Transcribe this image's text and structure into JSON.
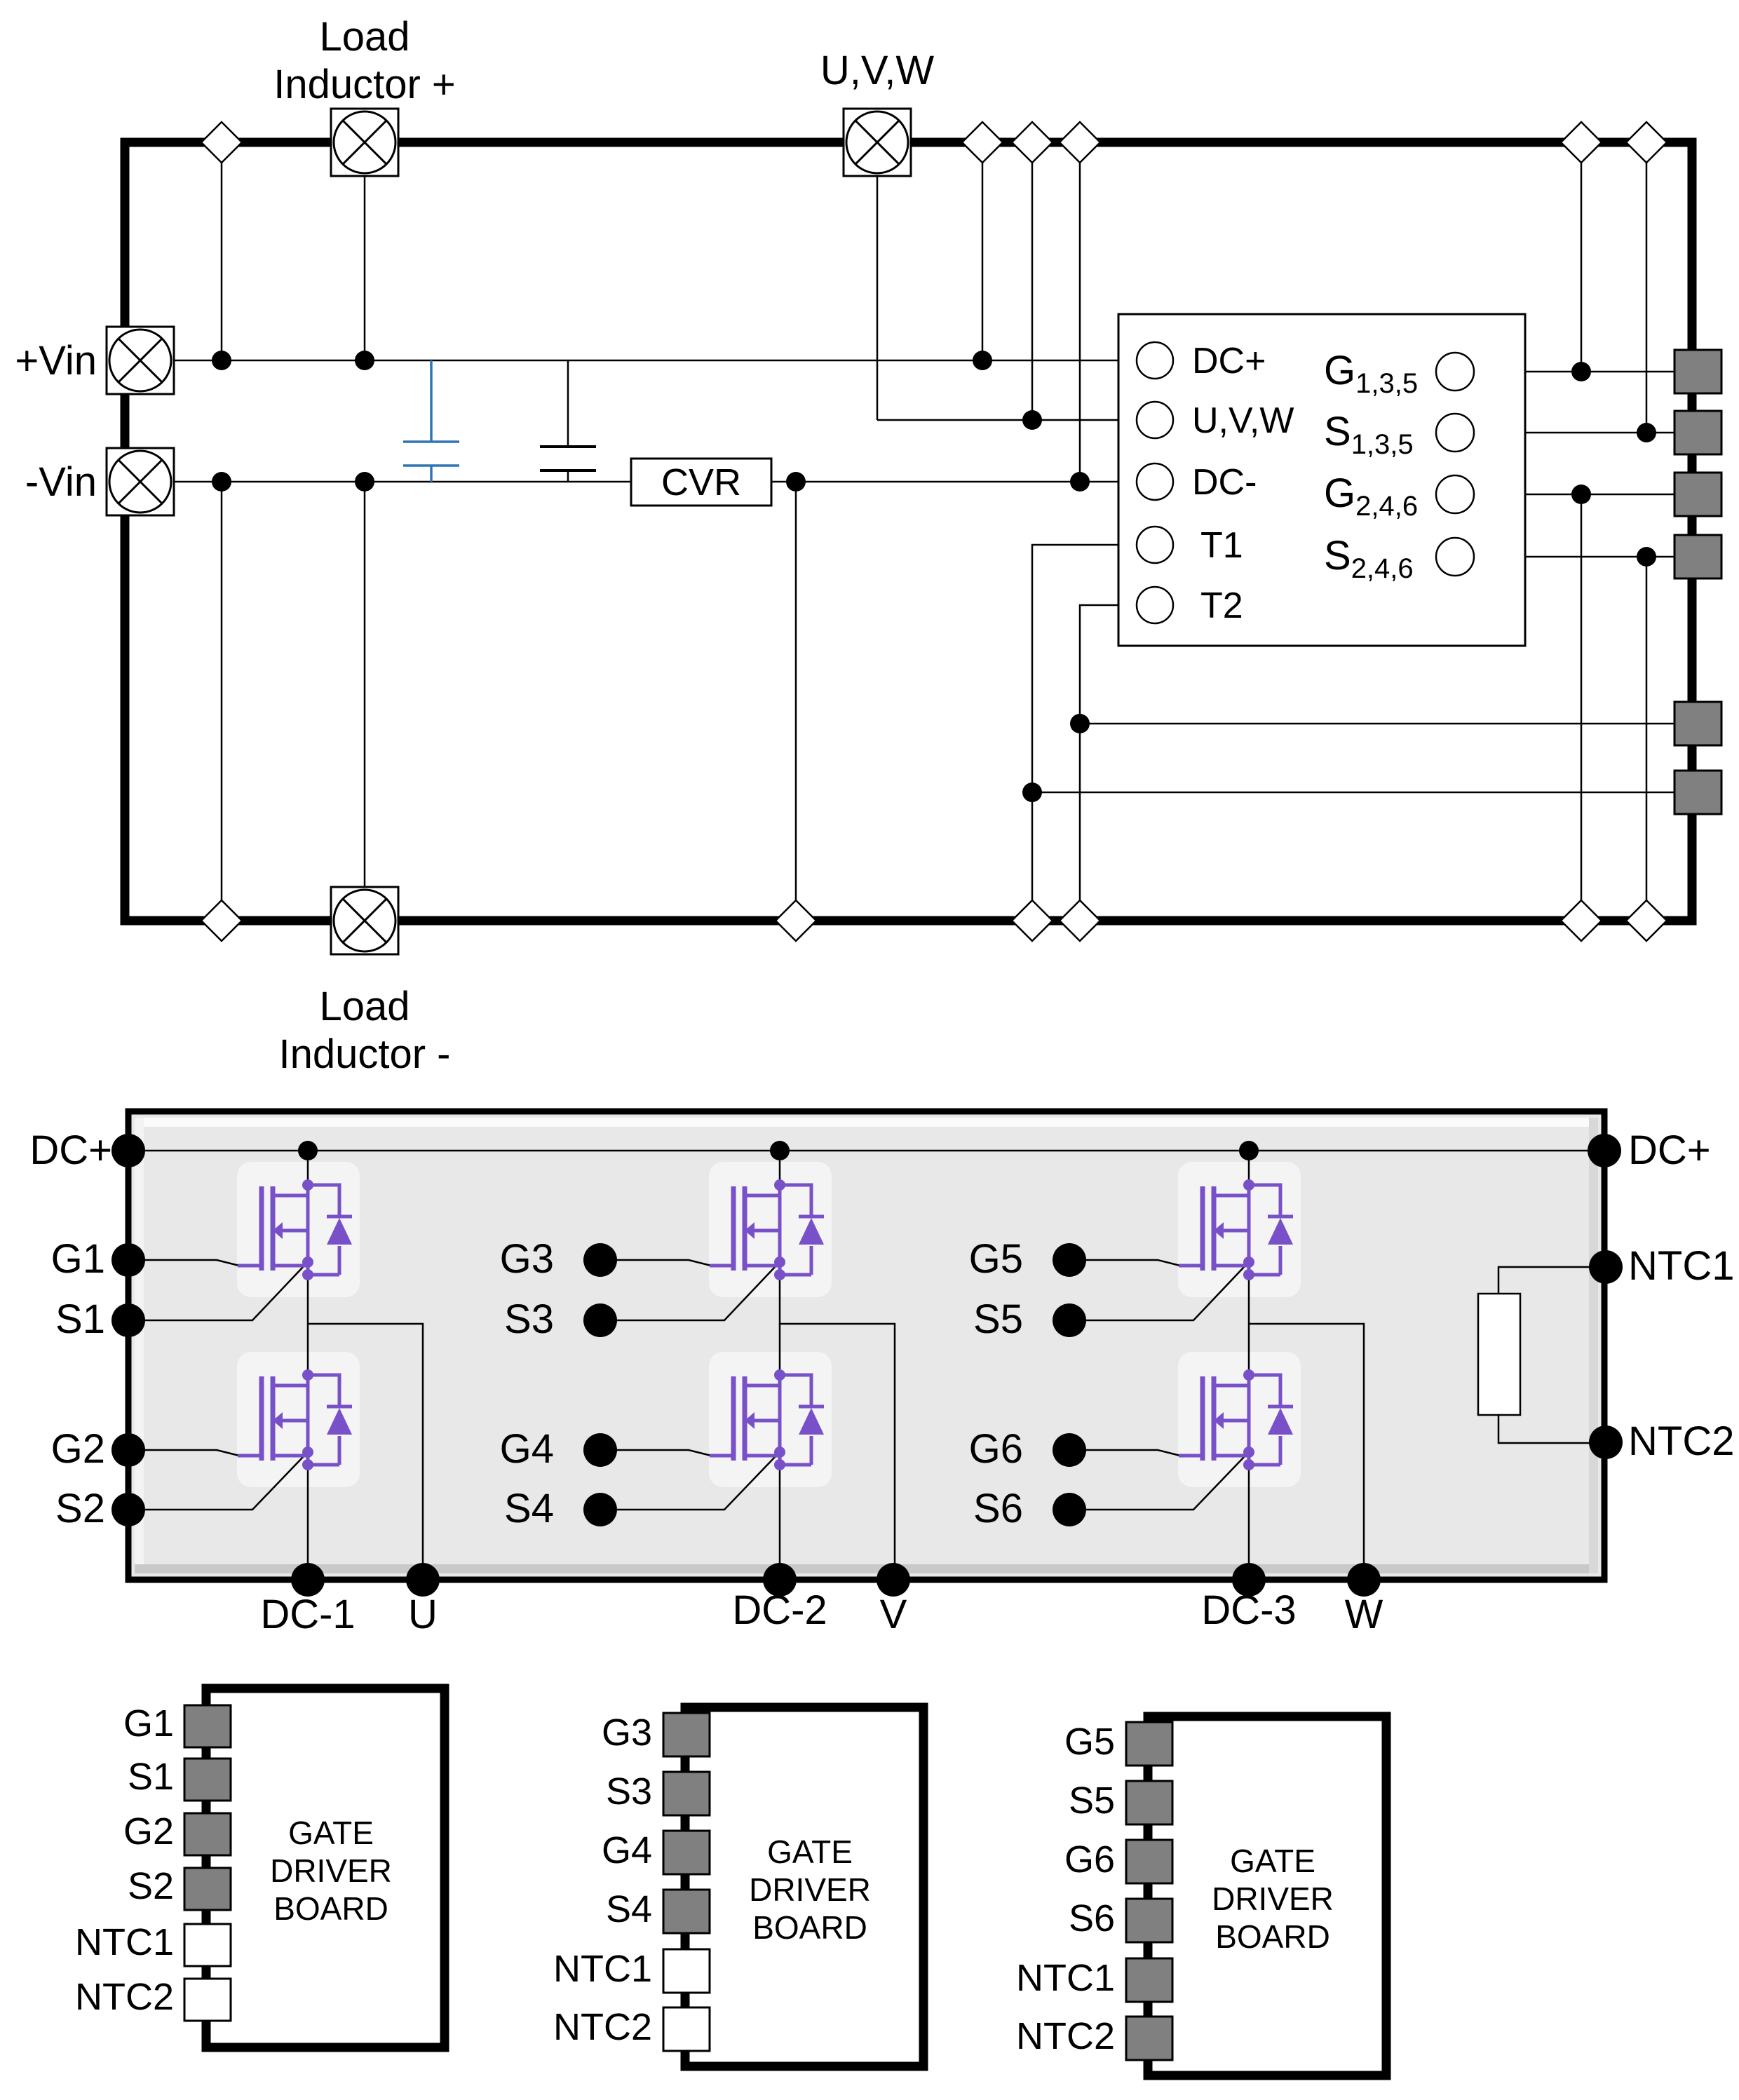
{
  "colors": {
    "mosfet_purple": "#7850C8",
    "capacitor_blue": "#2E75B6",
    "connector_gray": "#808080",
    "module_fill": "#E8E8E8",
    "panel_fill": "#F4F4F4",
    "wire_black": "#000000"
  },
  "top_board": {
    "load_inductor_plus": [
      "Load",
      "Inductor +"
    ],
    "uvw_terminal": "U,V,W",
    "vin_plus": "+Vin",
    "vin_minus": "-Vin",
    "cvr": "CVR",
    "load_inductor_minus": [
      "Load",
      "Inductor -"
    ],
    "block": {
      "left_ports": [
        "DC+",
        "U,V,W",
        "DC-",
        "T1",
        "T2"
      ],
      "right_ports": [
        {
          "m": "G",
          "s": "1,3,5"
        },
        {
          "m": "S",
          "s": "1,3,5"
        },
        {
          "m": "G",
          "s": "2,4,6"
        },
        {
          "m": "S",
          "s": "2,4,6"
        }
      ]
    }
  },
  "module": {
    "dc_plus_left": "DC+",
    "dc_plus_right": "DC+",
    "left_pins": [
      "G1",
      "S1",
      "G2",
      "S2"
    ],
    "mid_pins": [
      "G3",
      "S3",
      "G4",
      "S4"
    ],
    "right_pins": [
      "G5",
      "S5",
      "G6",
      "S6"
    ],
    "ntc_pins": [
      "NTC1",
      "NTC2"
    ],
    "bottom_pins": [
      "DC-1",
      "U",
      "DC-2",
      "V",
      "DC-3",
      "W"
    ]
  },
  "driver_boards": [
    {
      "title": [
        "GATE",
        "DRIVER",
        "BOARD"
      ],
      "pins": [
        "G1",
        "S1",
        "G2",
        "S2",
        "NTC1",
        "NTC2"
      ],
      "pin_fills": [
        "#808080",
        "#808080",
        "#808080",
        "#808080",
        "#FFFFFF",
        "#FFFFFF"
      ]
    },
    {
      "title": [
        "GATE",
        "DRIVER",
        "BOARD"
      ],
      "pins": [
        "G3",
        "S3",
        "G4",
        "S4",
        "NTC1",
        "NTC2"
      ],
      "pin_fills": [
        "#808080",
        "#808080",
        "#808080",
        "#808080",
        "#FFFFFF",
        "#FFFFFF"
      ]
    },
    {
      "title": [
        "GATE",
        "DRIVER",
        "BOARD"
      ],
      "pins": [
        "G5",
        "S5",
        "G6",
        "S6",
        "NTC1",
        "NTC2"
      ],
      "pin_fills": [
        "#808080",
        "#808080",
        "#808080",
        "#808080",
        "#808080",
        "#808080"
      ]
    }
  ]
}
